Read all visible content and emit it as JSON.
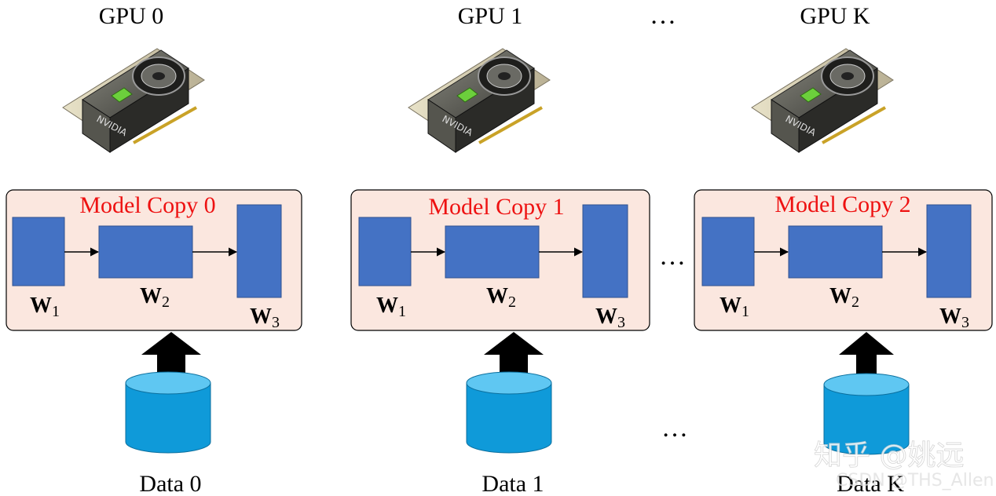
{
  "gpus": [
    {
      "label": "GPU 0",
      "model_title": "Model Copy 0",
      "data_label": "Data 0",
      "weights": [
        {
          "w": "W",
          "sub": "1"
        },
        {
          "w": "W",
          "sub": "2"
        },
        {
          "w": "W",
          "sub": "3"
        }
      ]
    },
    {
      "label": "GPU 1",
      "model_title": "Model Copy 1",
      "data_label": "Data 1",
      "weights": [
        {
          "w": "W",
          "sub": "1"
        },
        {
          "w": "W",
          "sub": "2"
        },
        {
          "w": "W",
          "sub": "3"
        }
      ]
    },
    {
      "label": "GPU K",
      "model_title": "Model Copy 2",
      "data_label": "Data K",
      "weights": [
        {
          "w": "W",
          "sub": "1"
        },
        {
          "w": "W",
          "sub": "2"
        },
        {
          "w": "W",
          "sub": "3"
        }
      ]
    }
  ],
  "gpu_brand": "NVIDIA",
  "ellipsis": "…",
  "watermark": {
    "line1": "知乎 @姚远",
    "line2": "CSDN @THS_Allen"
  },
  "colors": {
    "model_box_fill": "#fbe7df",
    "layer_fill": "#4472c4",
    "title_red": "#ee1111",
    "cylinder_fill": "#0f9ad9",
    "cylinder_top": "#5fc7f2"
  }
}
